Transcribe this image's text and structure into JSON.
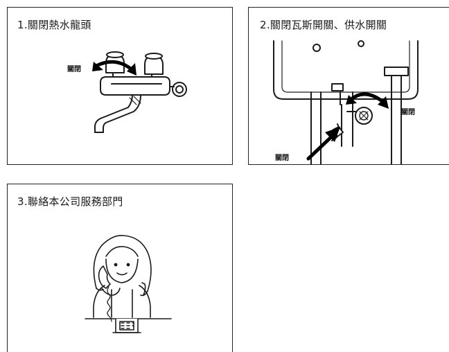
{
  "steps": [
    {
      "title": "1.關閉熱水龍頭",
      "label": "關閉"
    },
    {
      "title": "2.關閉瓦斯開關、供水開關",
      "labels": [
        "關閉",
        "關閉"
      ]
    },
    {
      "title": "3.聯絡本公司服務部門"
    }
  ],
  "colors": {
    "line": "#1a1a1a",
    "background": "#ffffff"
  },
  "icons": [
    "faucet-illustration",
    "water-heater-valve-illustration",
    "woman-on-phone-illustration"
  ]
}
